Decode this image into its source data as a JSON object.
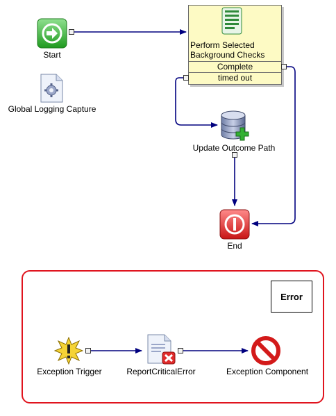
{
  "nodes": {
    "start": {
      "label": "Start"
    },
    "logging": {
      "label": "Global Logging Capture"
    },
    "task": {
      "title_line1": "Perform Selected",
      "title_line2": "Background Checks",
      "outcome_complete": "Complete",
      "outcome_timeout": "timed out"
    },
    "update_outcome": {
      "label": "Update Outcome Path"
    },
    "end": {
      "label": "End"
    }
  },
  "error_group": {
    "badge": "Error",
    "exception_trigger": {
      "label": "Exception Trigger"
    },
    "report_error": {
      "label": "ReportCriticalError"
    },
    "exception_component": {
      "label": "Exception Component"
    }
  },
  "colors": {
    "connector": "#00007f",
    "group_border": "#e0141e",
    "task_fill": "#fdfac4",
    "start_green": "#3cb53c",
    "end_red": "#e02b2b"
  }
}
